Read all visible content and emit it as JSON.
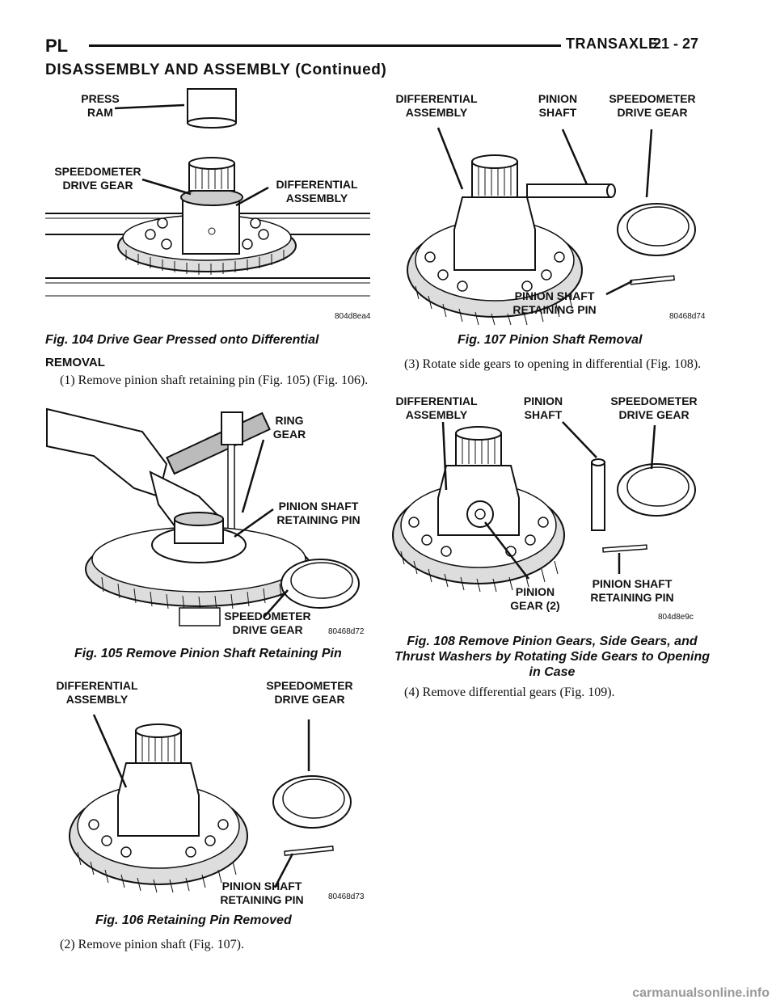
{
  "header": {
    "left": "PL",
    "section": "TRANSAXLE",
    "page": "21 - 27"
  },
  "section_title": "DISASSEMBLY AND ASSEMBLY (Continued)",
  "fig104": {
    "caption": "Fig. 104 Drive Gear Pressed onto Differential",
    "code": "804d8ea4",
    "labels": {
      "press_ram": [
        "PRESS",
        "RAM"
      ],
      "speedo": [
        "SPEEDOMETER",
        "DRIVE GEAR"
      ],
      "diff": [
        "DIFFERENTIAL",
        "ASSEMBLY"
      ]
    }
  },
  "removal_heading": "REMOVAL",
  "step1": "(1) Remove pinion shaft retaining pin (Fig. 105) (Fig. 106).",
  "fig105": {
    "caption": "Fig. 105 Remove Pinion Shaft Retaining Pin",
    "code": "80468d72",
    "labels": {
      "ring": [
        "RING",
        "GEAR"
      ],
      "pin": [
        "PINION SHAFT",
        "RETAINING PIN"
      ],
      "speedo": [
        "SPEEDOMETER",
        "DRIVE GEAR"
      ]
    }
  },
  "fig106": {
    "caption": "Fig. 106 Retaining Pin Removed",
    "code": "80468d73",
    "labels": {
      "diff": [
        "DIFFERENTIAL",
        "ASSEMBLY"
      ],
      "speedo": [
        "SPEEDOMETER",
        "DRIVE GEAR"
      ],
      "pin": [
        "PINION SHAFT",
        "RETAINING PIN"
      ]
    }
  },
  "step2": "(2) Remove pinion shaft (Fig. 107).",
  "fig107": {
    "caption": "Fig. 107 Pinion Shaft Removal",
    "code": "80468d74",
    "labels": {
      "diff": [
        "DIFFERENTIAL",
        "ASSEMBLY"
      ],
      "shaft": [
        "PINION",
        "SHAFT"
      ],
      "speedo": [
        "SPEEDOMETER",
        "DRIVE GEAR"
      ],
      "pin": [
        "PINION SHAFT",
        "RETAINING PIN"
      ]
    }
  },
  "step3": "(3) Rotate side gears to opening in differential (Fig. 108).",
  "fig108": {
    "caption_lines": [
      "Fig. 108 Remove Pinion Gears, Side Gears, and",
      "Thrust Washers by Rotating Side Gears to Opening",
      "in Case"
    ],
    "code": "804d8e9c",
    "labels": {
      "diff": [
        "DIFFERENTIAL",
        "ASSEMBLY"
      ],
      "shaft": [
        "PINION",
        "SHAFT"
      ],
      "speedo": [
        "SPEEDOMETER",
        "DRIVE GEAR"
      ],
      "pinion_gear": [
        "PINION",
        "GEAR (2)"
      ],
      "pin": [
        "PINION SHAFT",
        "RETAINING PIN"
      ]
    }
  },
  "step4": "(4) Remove differential gears (Fig. 109).",
  "footer": "carmanualsonline.info"
}
